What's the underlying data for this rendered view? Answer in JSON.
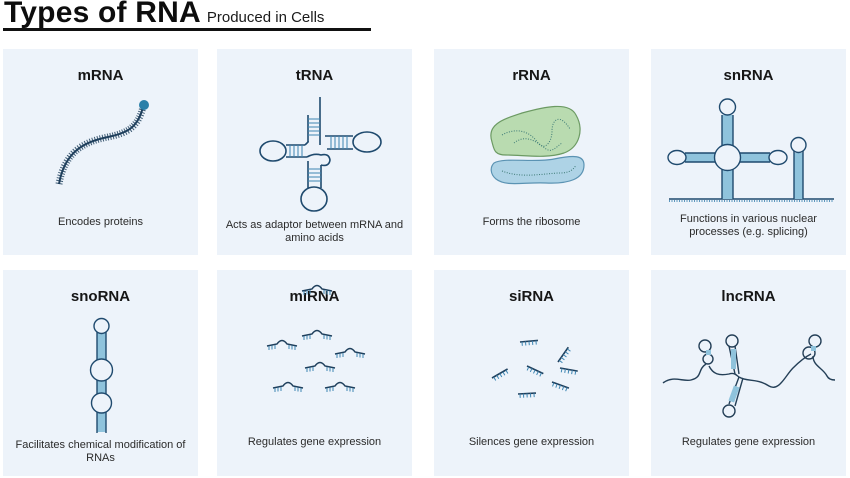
{
  "header": {
    "title": "Types of RNA",
    "subtitle": "Produced in Cells"
  },
  "colors": {
    "card_background": "#edf3fa",
    "strand_dark": "#1f3f5c",
    "stem_blue": "#8fc3dc",
    "cap_blue": "#2a7fa8",
    "ribosome_large": "#b9dbb0",
    "ribosome_small": "#aed3e6"
  },
  "cards": [
    {
      "name": "mRNA",
      "icon": "mrna-strand-icon",
      "description": "Encodes proteins"
    },
    {
      "name": "tRNA",
      "icon": "trna-cloverleaf-icon",
      "description": "Acts as adaptor between mRNA and amino acids"
    },
    {
      "name": "rRNA",
      "icon": "ribosome-icon",
      "description": "Forms the ribosome"
    },
    {
      "name": "snRNA",
      "icon": "snrna-structure-icon",
      "description": "Functions in various nuclear processes (e.g. splicing)"
    },
    {
      "name": "snoRNA",
      "icon": "snorna-hairpin-icon",
      "description": "Facilitates chemical modification of RNAs"
    },
    {
      "name": "miRNA",
      "icon": "mirna-fragments-icon",
      "description": "Regulates gene expression"
    },
    {
      "name": "siRNA",
      "icon": "sirna-fragments-icon",
      "description": "Silences gene expression"
    },
    {
      "name": "lncRNA",
      "icon": "lncrna-strand-icon",
      "description": "Regulates gene expression"
    }
  ]
}
